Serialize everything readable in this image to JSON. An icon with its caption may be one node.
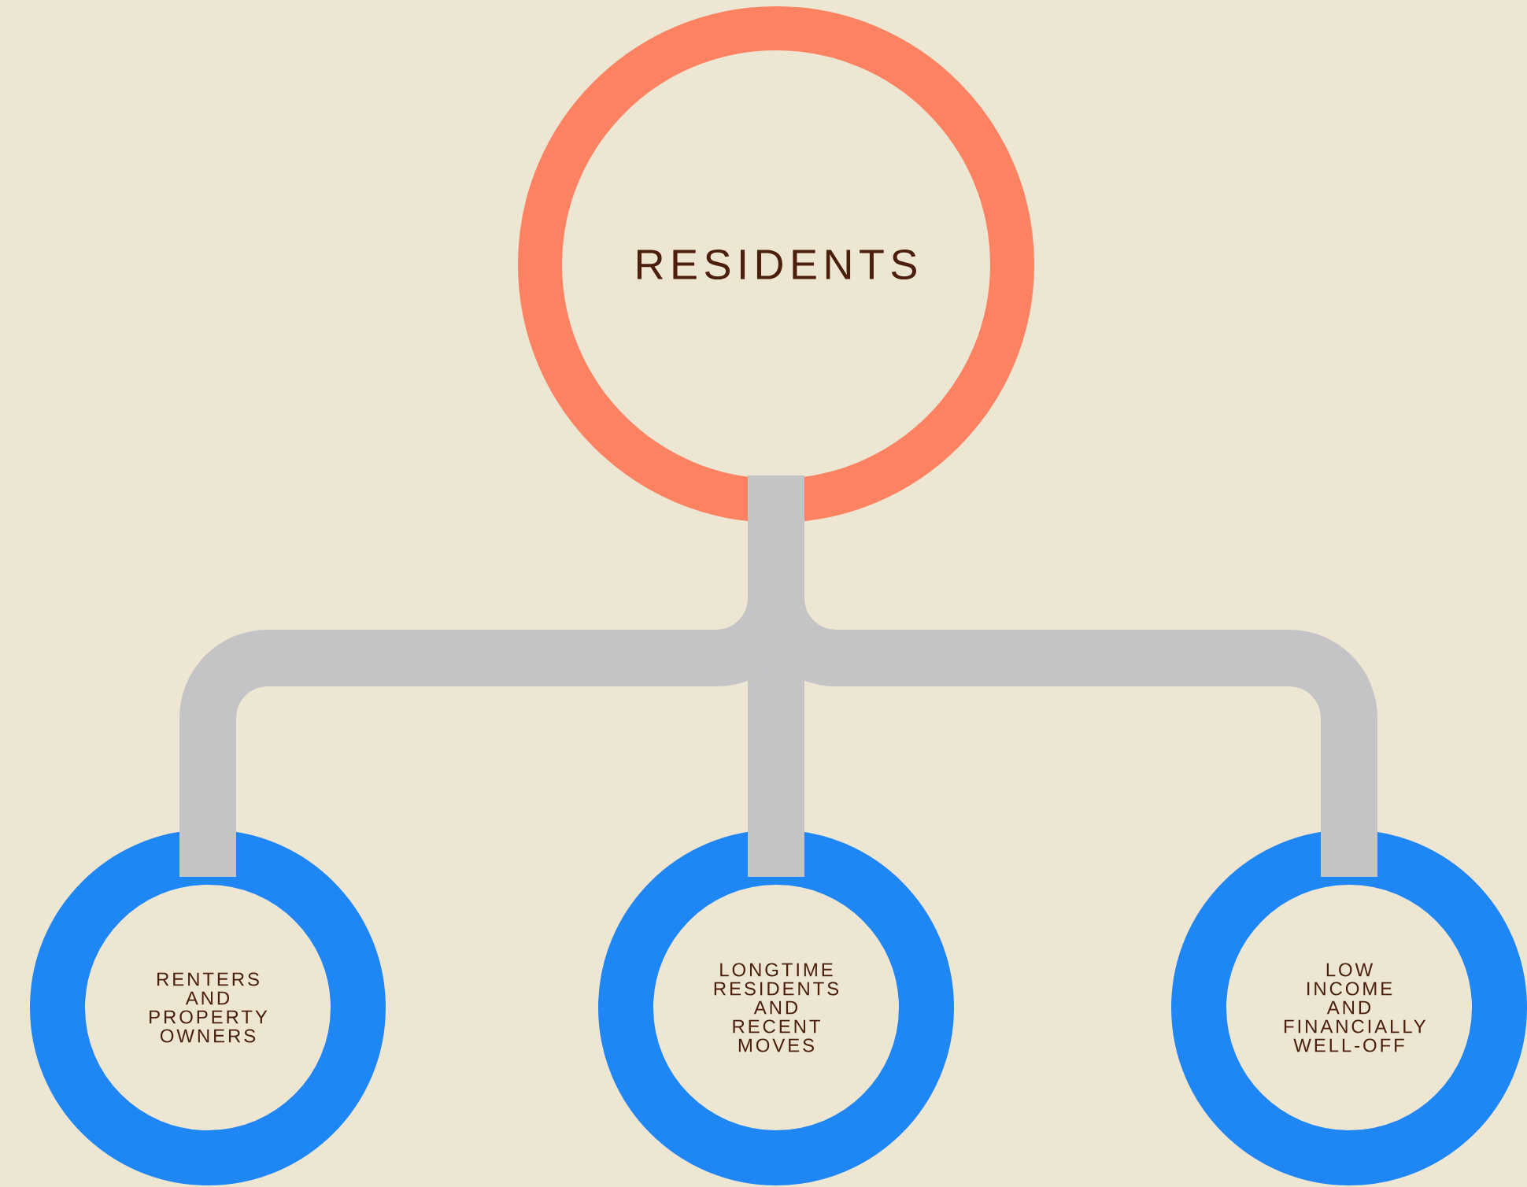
{
  "diagram": {
    "nodes": [
      {
        "text": [
          "RESIDENTS"
        ]
      },
      {
        "text": [
          "RENTERS AND PROPERTY OWNERS"
        ]
      },
      {
        "text": [
          "LONGTIME RESIDENTS AND RECENT MOVES"
        ]
      },
      {
        "text": [
          "LOW INCOME AND FINANCIALLY WELL-OFF"
        ]
      }
    ],
    "edges": [
      {
        "from": 0,
        "to": 1,
        "arrow": "none"
      },
      {
        "from": 0,
        "to": 2,
        "arrow": "none"
      },
      {
        "from": 0,
        "to": 3,
        "arrow": "none"
      }
    ]
  }
}
